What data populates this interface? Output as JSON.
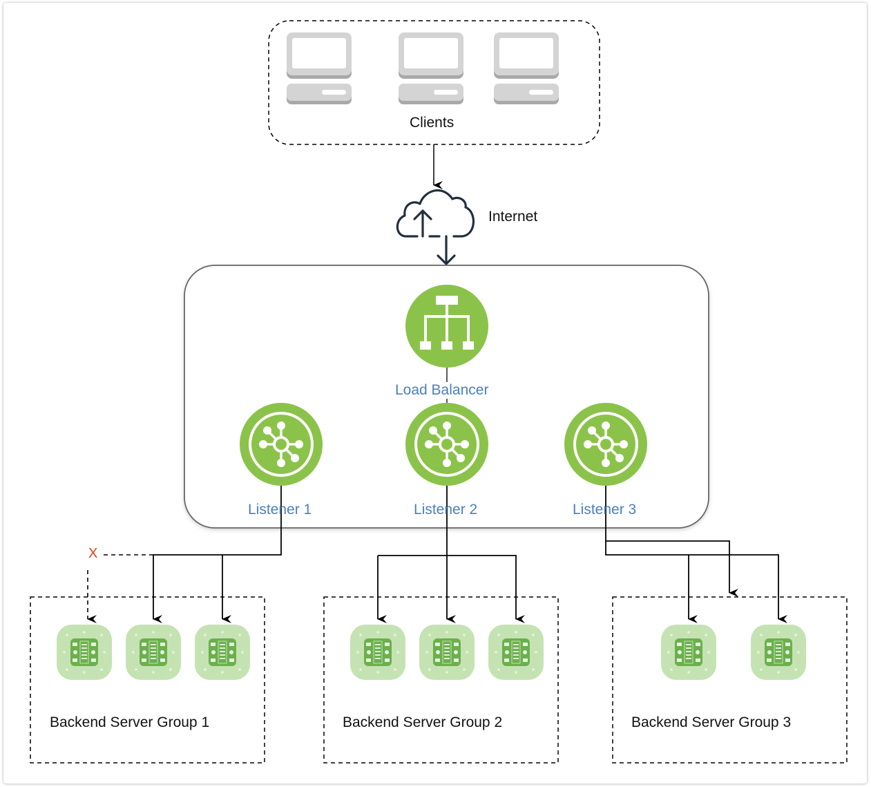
{
  "diagram": {
    "clients": {
      "label": "Clients",
      "devices": [
        {
          "icon": "desktop-computer-icon"
        },
        {
          "icon": "desktop-computer-icon"
        },
        {
          "icon": "desktop-computer-icon"
        }
      ]
    },
    "internet": {
      "label": "Internet",
      "icon": "cloud-upload-download-icon"
    },
    "load_balancer": {
      "label": "Load Balancer",
      "icon": "hierarchy-icon"
    },
    "listeners": [
      {
        "label": "Listener 1",
        "icon": "hub-network-icon"
      },
      {
        "label": "Listener 2",
        "icon": "hub-network-icon"
      },
      {
        "label": "Listener 3",
        "icon": "hub-network-icon"
      }
    ],
    "backend_groups": [
      {
        "label": "Backend Server Group 1",
        "server_count": 3
      },
      {
        "label": "Backend Server Group 2",
        "server_count": 3
      },
      {
        "label": "Backend Server Group 3",
        "server_count": 2
      }
    ],
    "failed_marker": "X",
    "colors": {
      "green": "#8bc34a",
      "server_light": "#c5e3b2",
      "server_dark": "#6ab04c",
      "label_blue": "#4a7fc1",
      "failed_red": "#e8391c",
      "client_gray": "#d4d4d4",
      "cloud_stroke": "#232f3e"
    }
  }
}
